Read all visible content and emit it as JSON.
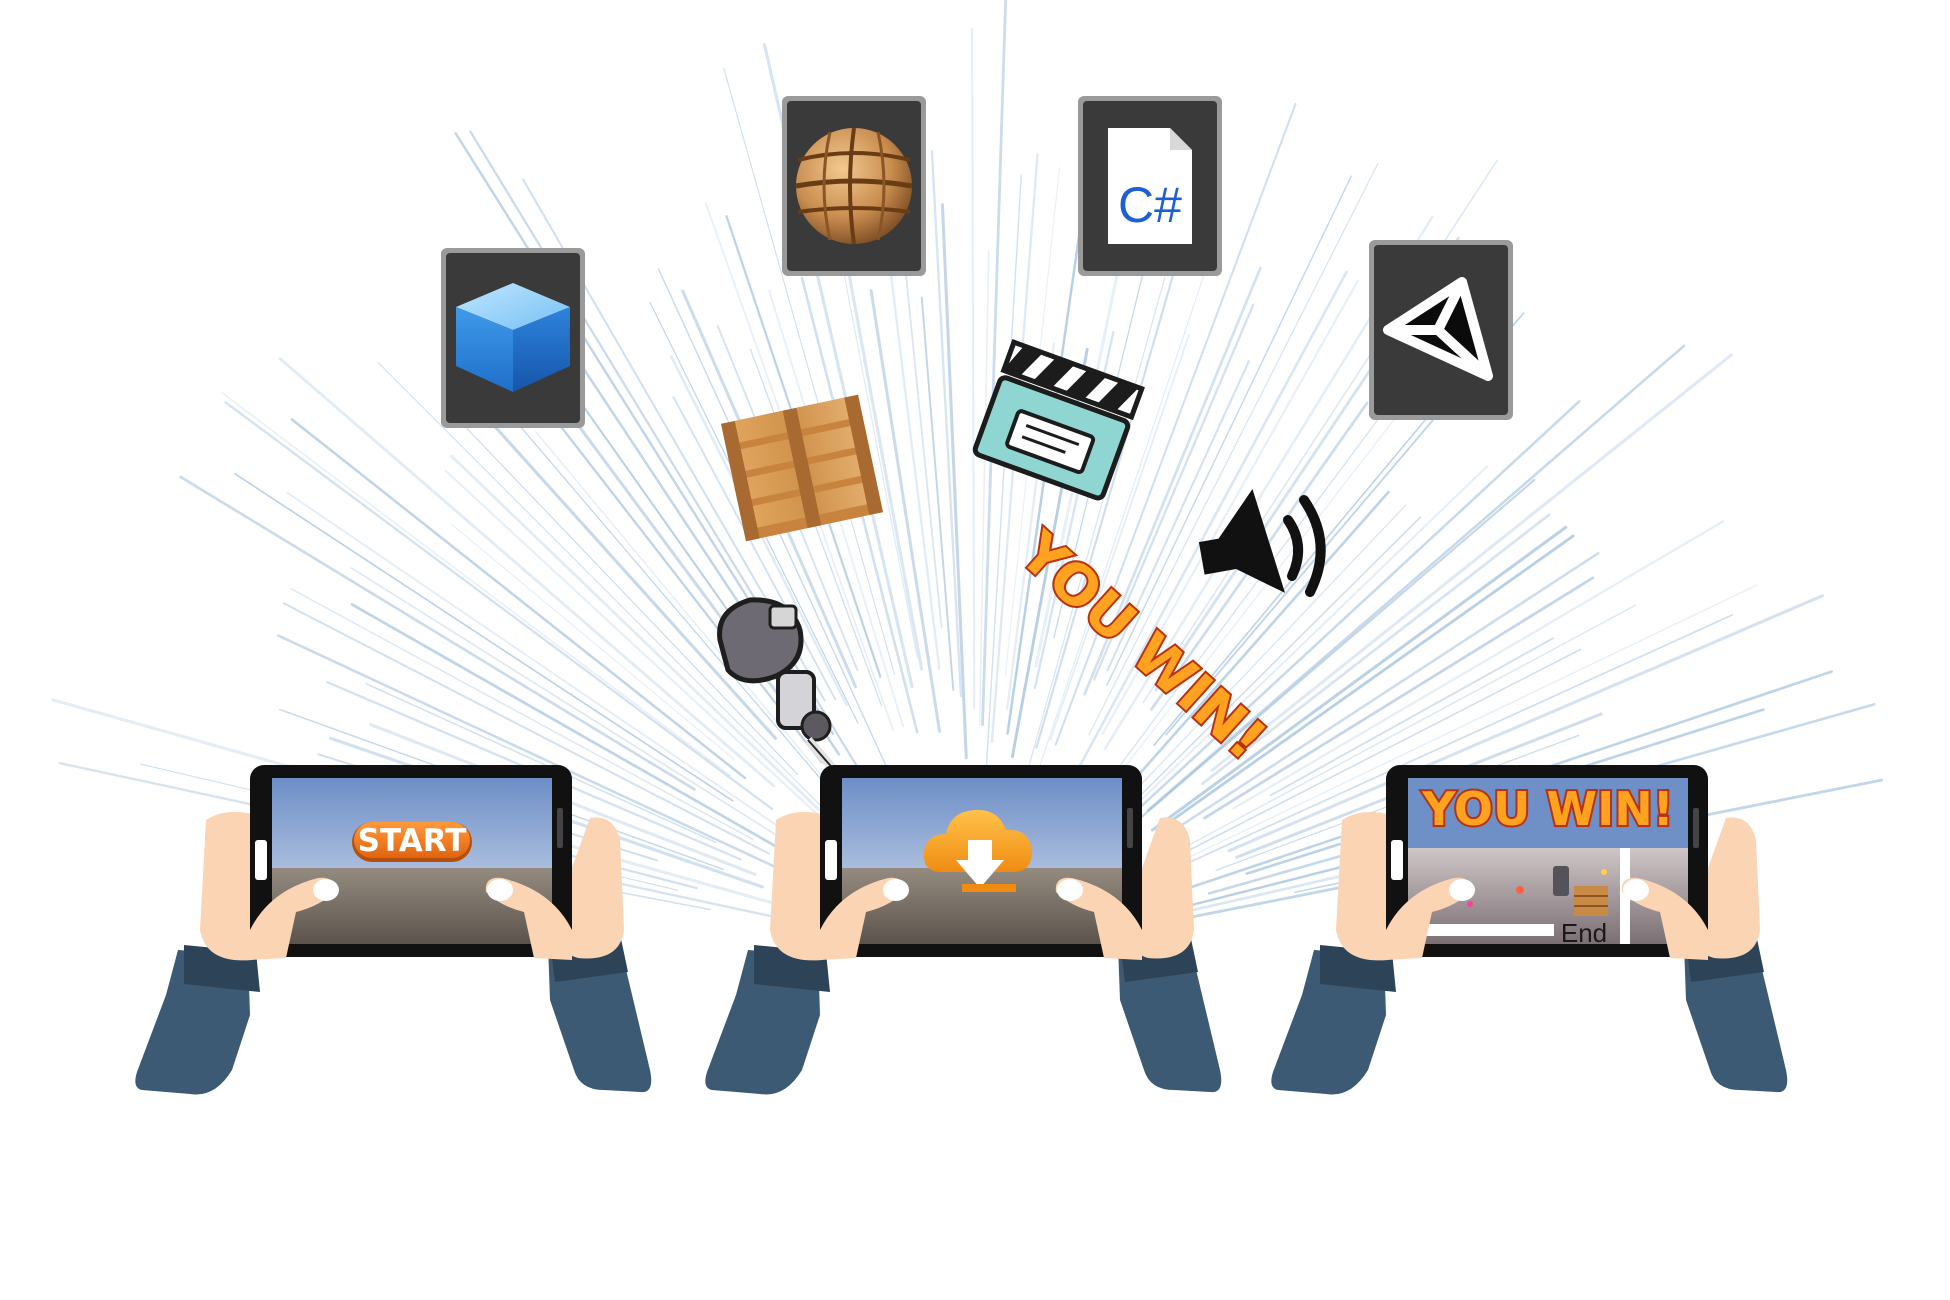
{
  "colors": {
    "background": "#ffffff",
    "rays": "#6f9fcb",
    "tile_fill": "#3a3a3a",
    "tile_border": "#9a9a9a",
    "sleeve": "#3c5a73",
    "sleeve_cuff": "#2d4458",
    "skin": "#fbd4b4",
    "tablet_frame": "#111111",
    "sky_top": "#6d8ec6",
    "sky_bottom": "#dbe4f1",
    "ground": "#686058",
    "start_button": "#f47d20",
    "cloud_icon": "#f6a623",
    "you_win_fill": "#ffa21f",
    "you_win_stroke": "#b7320f"
  },
  "icons": {
    "cube": "cube-asset-icon",
    "sphere": "wooden-sphere-asset-icon",
    "script": "csharp-script-icon",
    "engine": "unity-logo-icon",
    "pallet": "wooden-pallet-icon",
    "clapper": "clapperboard-icon",
    "speaker": "speaker-sound-icon",
    "robot": "robot-character-icon",
    "cloud": "cloud-download-icon"
  },
  "tiles": {
    "script_label": "C#"
  },
  "floating": {
    "you_win": "YOU WIN!"
  },
  "tablets": {
    "start_label": "START",
    "result_title": "YOU WIN!",
    "end_label": "End"
  }
}
